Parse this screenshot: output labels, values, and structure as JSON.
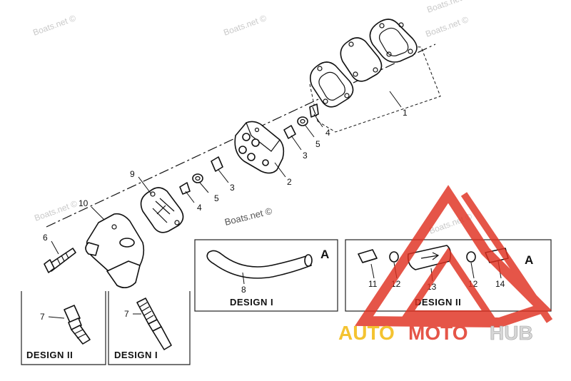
{
  "watermarks": [
    "Boats.net ©",
    "Boats.net ©",
    "Boats.net ©",
    "Boats.net ©",
    "Boats.net ©",
    "Boats.net ©"
  ],
  "center_watermark": "Boats.net ©",
  "logo": {
    "text_auto": "AUTO",
    "text_moto": "MOTO",
    "text_hub": "HUB",
    "colors": {
      "auto": "#f2b705",
      "moto": "#e03020",
      "hub": "#d6d6d6",
      "triangle": "#e03020"
    }
  },
  "callouts": {
    "n1": "1",
    "n2": "2",
    "n3a": "3",
    "n3b": "3",
    "n4a": "4",
    "n4b": "4",
    "n5a": "5",
    "n5b": "5",
    "n6": "6",
    "n7a": "7",
    "n7b": "7",
    "n8": "8",
    "n9": "9",
    "n10": "10",
    "n11": "11",
    "n12a": "12",
    "n12b": "12",
    "n13": "13",
    "n14": "14"
  },
  "panels": {
    "design1_hose": {
      "label": "DESIGN I",
      "marker": "A"
    },
    "design2_filter": {
      "label": "DESIGN II",
      "marker": "A"
    },
    "design2_fitting": {
      "label": "DESIGN II"
    },
    "design1_fitting": {
      "label": "DESIGN I"
    }
  }
}
